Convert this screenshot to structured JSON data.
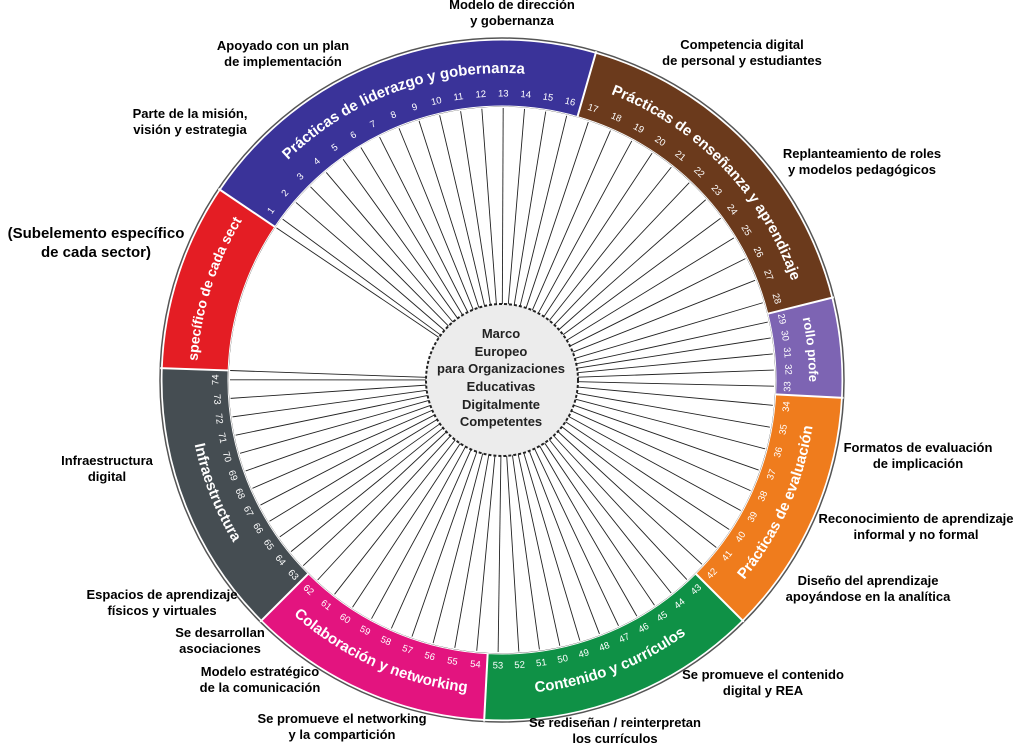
{
  "center_label": "Marco\nEuropeo\npara Organizaciones\nEducativas\nDigitalmente\nCompetentes",
  "sectors": [
    {
      "id": "leadership",
      "label": "Prácticas de liderazgo y gobernanza",
      "color": "#3a3399",
      "num_start": 1,
      "num_end": 16
    },
    {
      "id": "teaching",
      "label": "Prácticas de enseñanza y aprendizaje",
      "color": "#6b3a1c",
      "num_start": 17,
      "num_end": 28
    },
    {
      "id": "professional",
      "label": "Desarrollo profesional",
      "color": "#7d64b3",
      "num_start": 29,
      "num_end": 33
    },
    {
      "id": "assessment",
      "label": "Prácticas de evaluación",
      "color": "#ef7c1d",
      "num_start": 34,
      "num_end": 42
    },
    {
      "id": "content",
      "label": "Contenido y currículos",
      "color": "#0f9146",
      "num_start": 43,
      "num_end": 53
    },
    {
      "id": "collaboration",
      "label": "Colaboración y networking",
      "color": "#e3147f",
      "num_start": 54,
      "num_end": 62
    },
    {
      "id": "infrastructure",
      "label": "Infraestructura",
      "color": "#454d52",
      "num_start": 63,
      "num_end": 74
    },
    {
      "id": "specific",
      "label": "(Específico de cada sector)",
      "color": "#e41d24",
      "num_start": null,
      "num_end": null
    }
  ],
  "annotations": [
    {
      "id": "modelo-direccion",
      "text": "Modelo de dirección\ny gobernanza",
      "color": "#3a3399"
    },
    {
      "id": "apoyado-plan",
      "text": "Apoyado con un plan\nde implementación",
      "color": "#3a3399"
    },
    {
      "id": "mision-vision",
      "text": "Parte de la misión,\nvisión y estrategia",
      "color": "#3a3399"
    },
    {
      "id": "subelemento",
      "text": "(Subelemento específico\nde cada sector)",
      "color": "#e41d24"
    },
    {
      "id": "competencia-digital",
      "text": "Competencia digital\nde personal y estudiantes",
      "color": "#6b3a1c"
    },
    {
      "id": "replanteamiento",
      "text": "Replanteamiento de roles\ny modelos pedagógicos",
      "color": "#6b3a1c"
    },
    {
      "id": "formatos-evaluacion",
      "text": "Formatos de evaluación\nde implicación",
      "color": "#ef7c1d"
    },
    {
      "id": "reconocimiento",
      "text": "Reconocimiento de aprendizaje\ninformal y no formal",
      "color": "#ef7c1d"
    },
    {
      "id": "diseno-aprendizaje",
      "text": "Diseño del aprendizaje\napoyándose en la analítica",
      "color": "#ef7c1d"
    },
    {
      "id": "contenido-rea",
      "text": "Se promueve el contenido\ndigital y REA",
      "color": "#0f9146"
    },
    {
      "id": "redisenan",
      "text": "Se rediseñan / reinterpretan\nlos currículos",
      "color": "#0f9146"
    },
    {
      "id": "networking",
      "text": "Se promueve el networking\ny la compartición",
      "color": "#e3147f"
    },
    {
      "id": "modelo-comunicacion",
      "text": "Modelo estratégico\nde la comunicación",
      "color": "#e3147f"
    },
    {
      "id": "asociaciones",
      "text": "Se desarrollan\nasociaciones",
      "color": "#e3147f"
    },
    {
      "id": "espacios",
      "text": "Espacios de aprendizaje\nfísicos y virtuales",
      "color": "#454d52"
    },
    {
      "id": "infraestructura-digital",
      "text": "Infraestructura\ndigital",
      "color": "#454d52"
    }
  ]
}
